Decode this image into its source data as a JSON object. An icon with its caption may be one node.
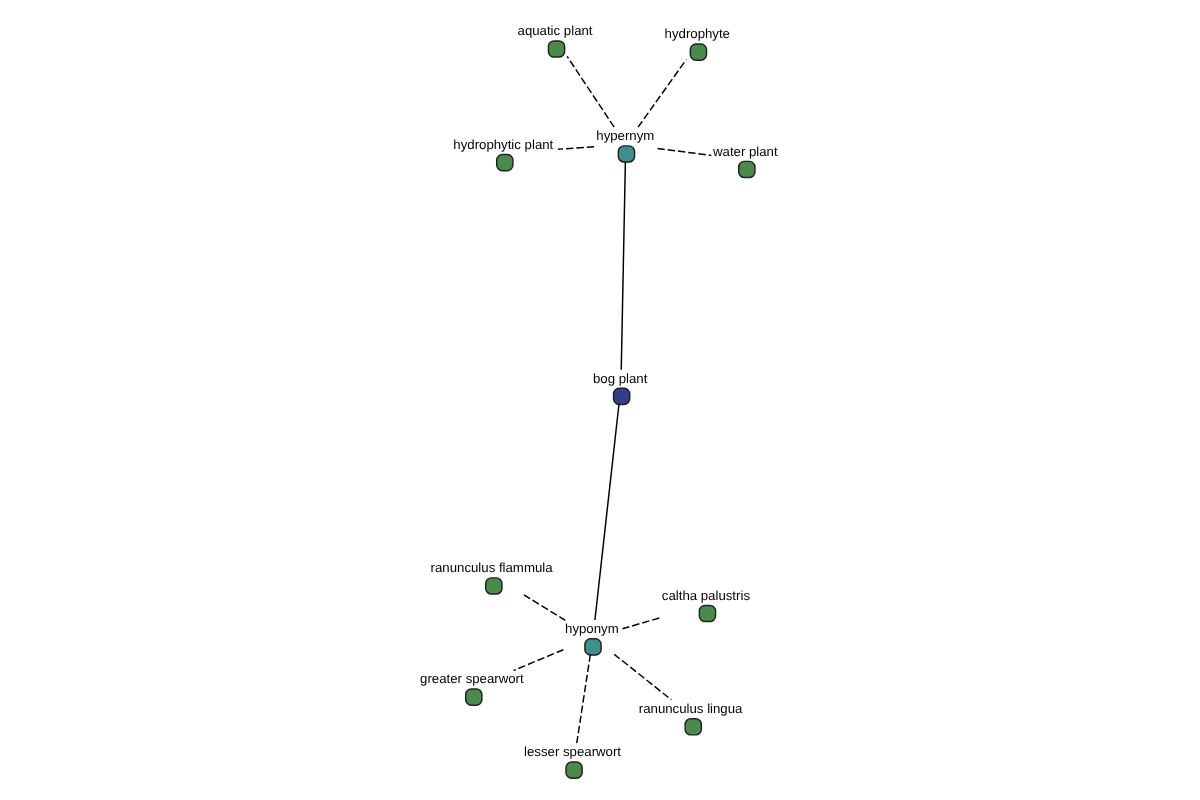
{
  "diagram": {
    "nodes": [
      {
        "text": [
          "aquatic plant"
        ]
      },
      {
        "text": [
          "water plant"
        ]
      },
      {
        "text": [
          "hydrophytic plant"
        ]
      },
      {
        "text": [
          "hypernym"
        ]
      },
      {
        "text": [
          "hydrophyte"
        ]
      },
      {
        "text": [
          "bog plant"
        ]
      },
      {
        "text": [
          "lesser spearwort"
        ]
      },
      {
        "text": [
          "hyponym"
        ]
      },
      {
        "text": [
          "greater spearwort"
        ]
      },
      {
        "text": [
          "caltha palustris"
        ]
      },
      {
        "text": [
          "ranunculus lingua"
        ]
      },
      {
        "text": [
          "ranunculus flammula"
        ]
      }
    ],
    "edges": [
      {
        "from": 3,
        "to": 0,
        "arrow": "none",
        "style": "dashed"
      },
      {
        "from": 3,
        "to": 1,
        "arrow": "none",
        "style": "dashed"
      },
      {
        "from": 3,
        "to": 2,
        "arrow": "none",
        "style": "dashed"
      },
      {
        "from": 3,
        "to": 4,
        "arrow": "none",
        "style": "dashed"
      },
      {
        "from": 5,
        "to": 3,
        "arrow": "none"
      },
      {
        "from": 5,
        "to": 7,
        "arrow": "none"
      },
      {
        "from": 7,
        "to": 6,
        "arrow": "none",
        "style": "dashed"
      },
      {
        "from": 7,
        "to": 8,
        "arrow": "none",
        "style": "dashed"
      },
      {
        "from": 7,
        "to": 9,
        "arrow": "none",
        "style": "dashed"
      },
      {
        "from": 7,
        "to": 10,
        "arrow": "none",
        "style": "dashed"
      },
      {
        "from": 7,
        "to": 11,
        "arrow": "none",
        "style": "dashed"
      }
    ]
  }
}
